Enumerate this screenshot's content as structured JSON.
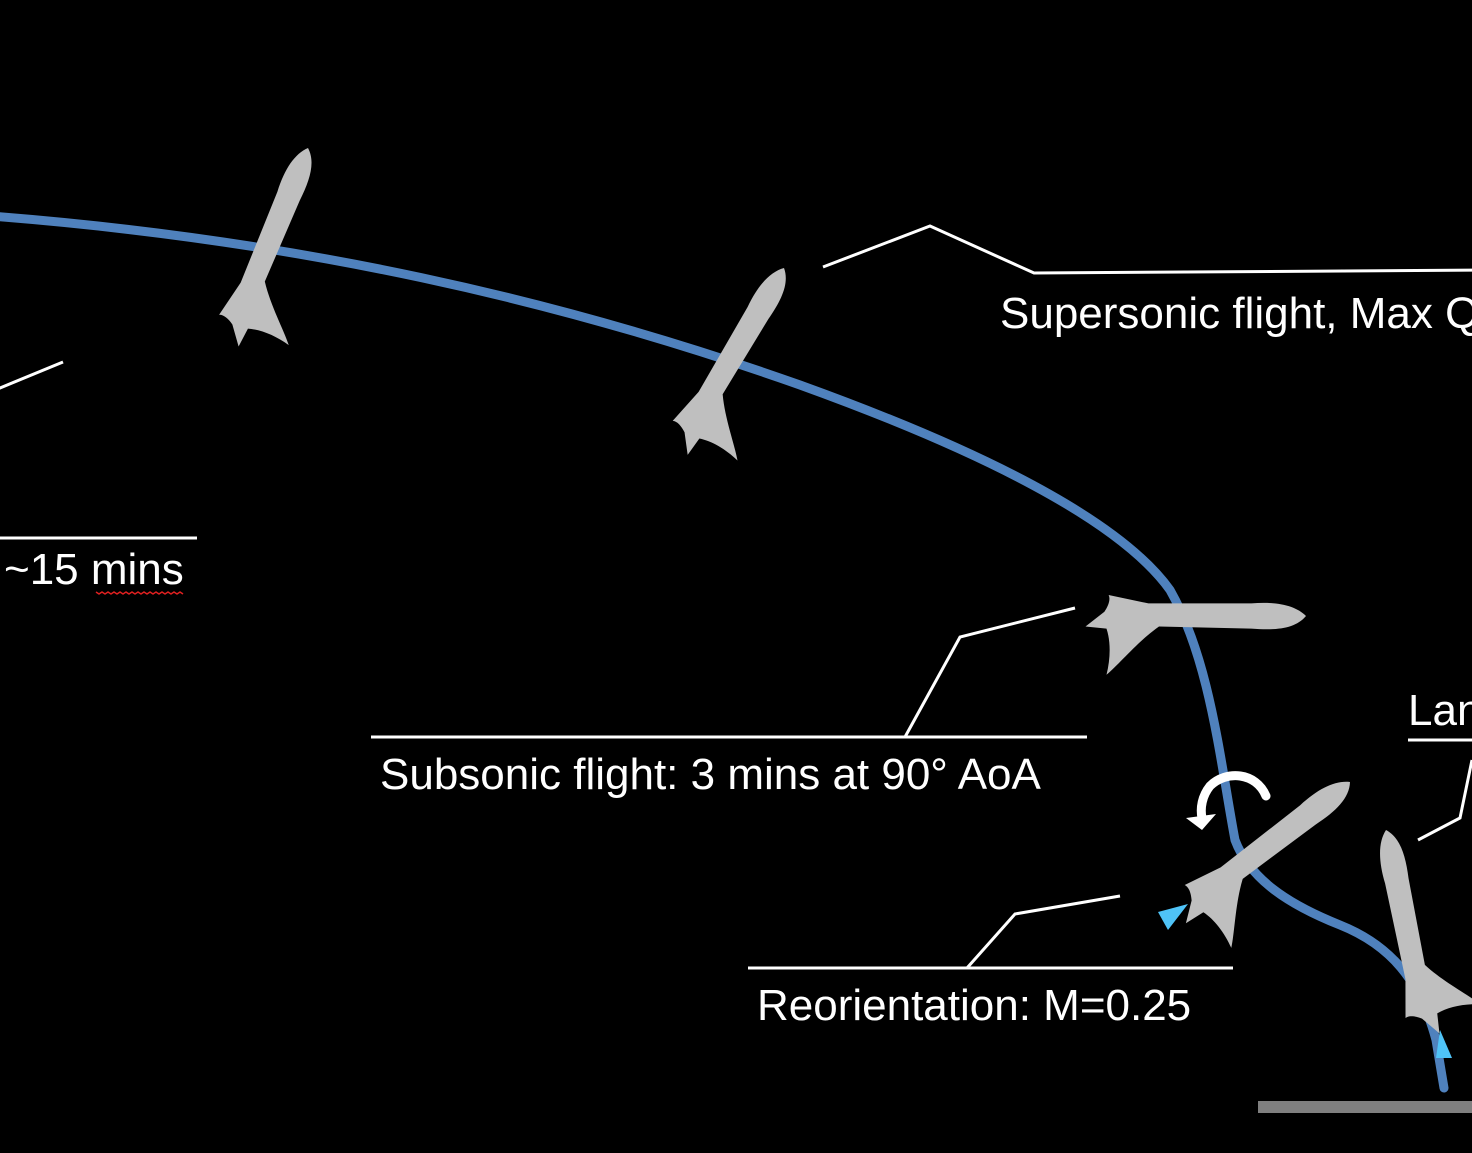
{
  "colors": {
    "background": "#000000",
    "trajectory": "#4F81BD",
    "vehicle": "#BFBFBF",
    "callout_line": "#FFFFFF",
    "thrust_flame": "#4FC3F7",
    "ground": "#7F7F7F"
  },
  "labels": {
    "duration": "~15 mins",
    "supersonic": "Supersonic flight, Max Q",
    "subsonic": "Subsonic flight: 3 mins at 90° AoA",
    "reorientation": "Reorientation: M=0.25",
    "landing": "Landing"
  },
  "icons": {
    "vehicle": "rocket-icon",
    "rotation": "rotation-arrow-icon",
    "flame": "thrust-flame-icon"
  }
}
